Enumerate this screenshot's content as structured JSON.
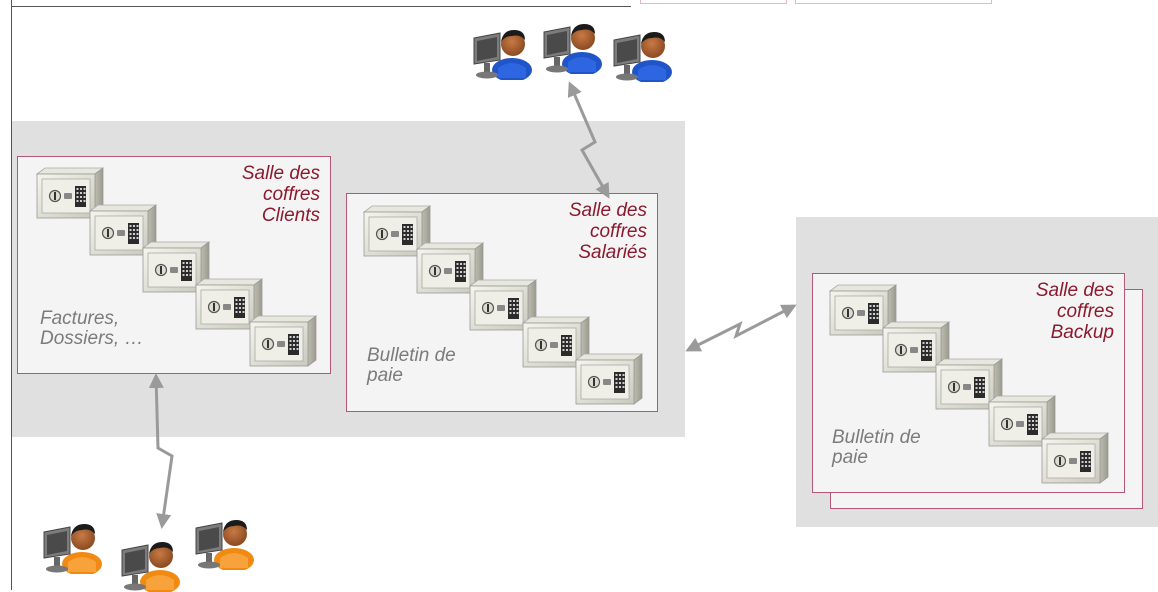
{
  "rooms": {
    "clients": {
      "title": "Salle des\ncoffres\nClients",
      "note": "Factures,\nDossiers, …"
    },
    "salaries": {
      "title": "Salle des\ncoffres\nSalariés",
      "note": "Bulletin de\npaie"
    },
    "backup": {
      "title": "Salle des\ncoffres\nBackup",
      "note": "Bulletin de\npaie"
    }
  },
  "colors": {
    "room_border": "#b5577a",
    "title_text": "#8c1a2e",
    "note_text": "#7b7b7b",
    "band": "#e0e0e0",
    "user_shirt_blue": "#1f55c8",
    "user_shirt_orange": "#f08a12",
    "link": "#9a9a9a"
  },
  "icons": {
    "safe": "safe-icon",
    "user_blue": "user-at-computer-icon",
    "user_orange": "user-at-computer-icon",
    "link": "lightning-double-arrow-icon"
  }
}
